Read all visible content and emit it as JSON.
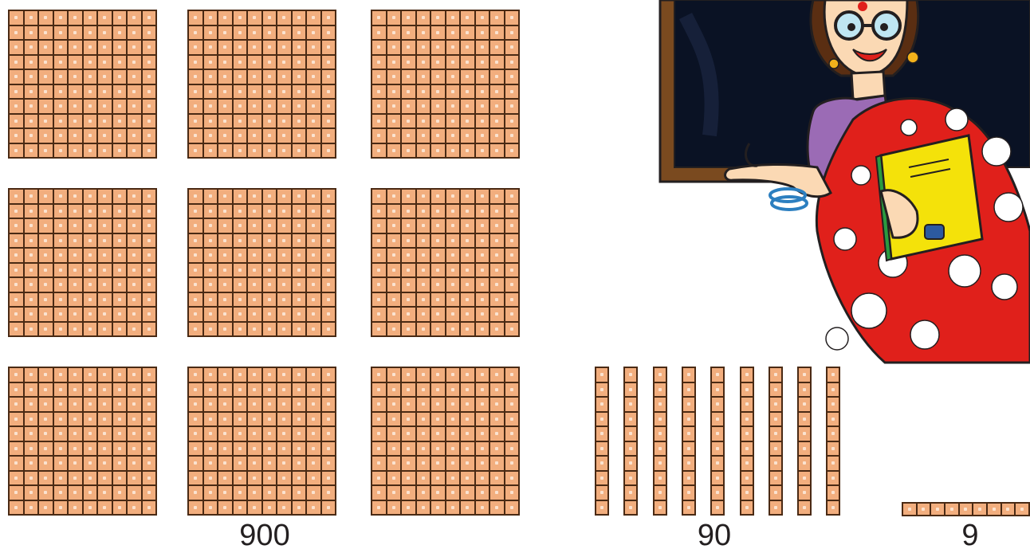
{
  "hundreds": {
    "count": 9,
    "label": "900"
  },
  "tens": {
    "count": 9,
    "label": "90"
  },
  "ones": {
    "count": 9,
    "label": "9"
  },
  "colors": {
    "cell_fill": "#f2ae7e",
    "cell_border": "#4a2a14",
    "sari_red": "#e0201b",
    "book_yellow": "#f4e20a",
    "blackboard": "#0a1224"
  },
  "illustration": {
    "icon": "teacher-with-blackboard-icon"
  }
}
